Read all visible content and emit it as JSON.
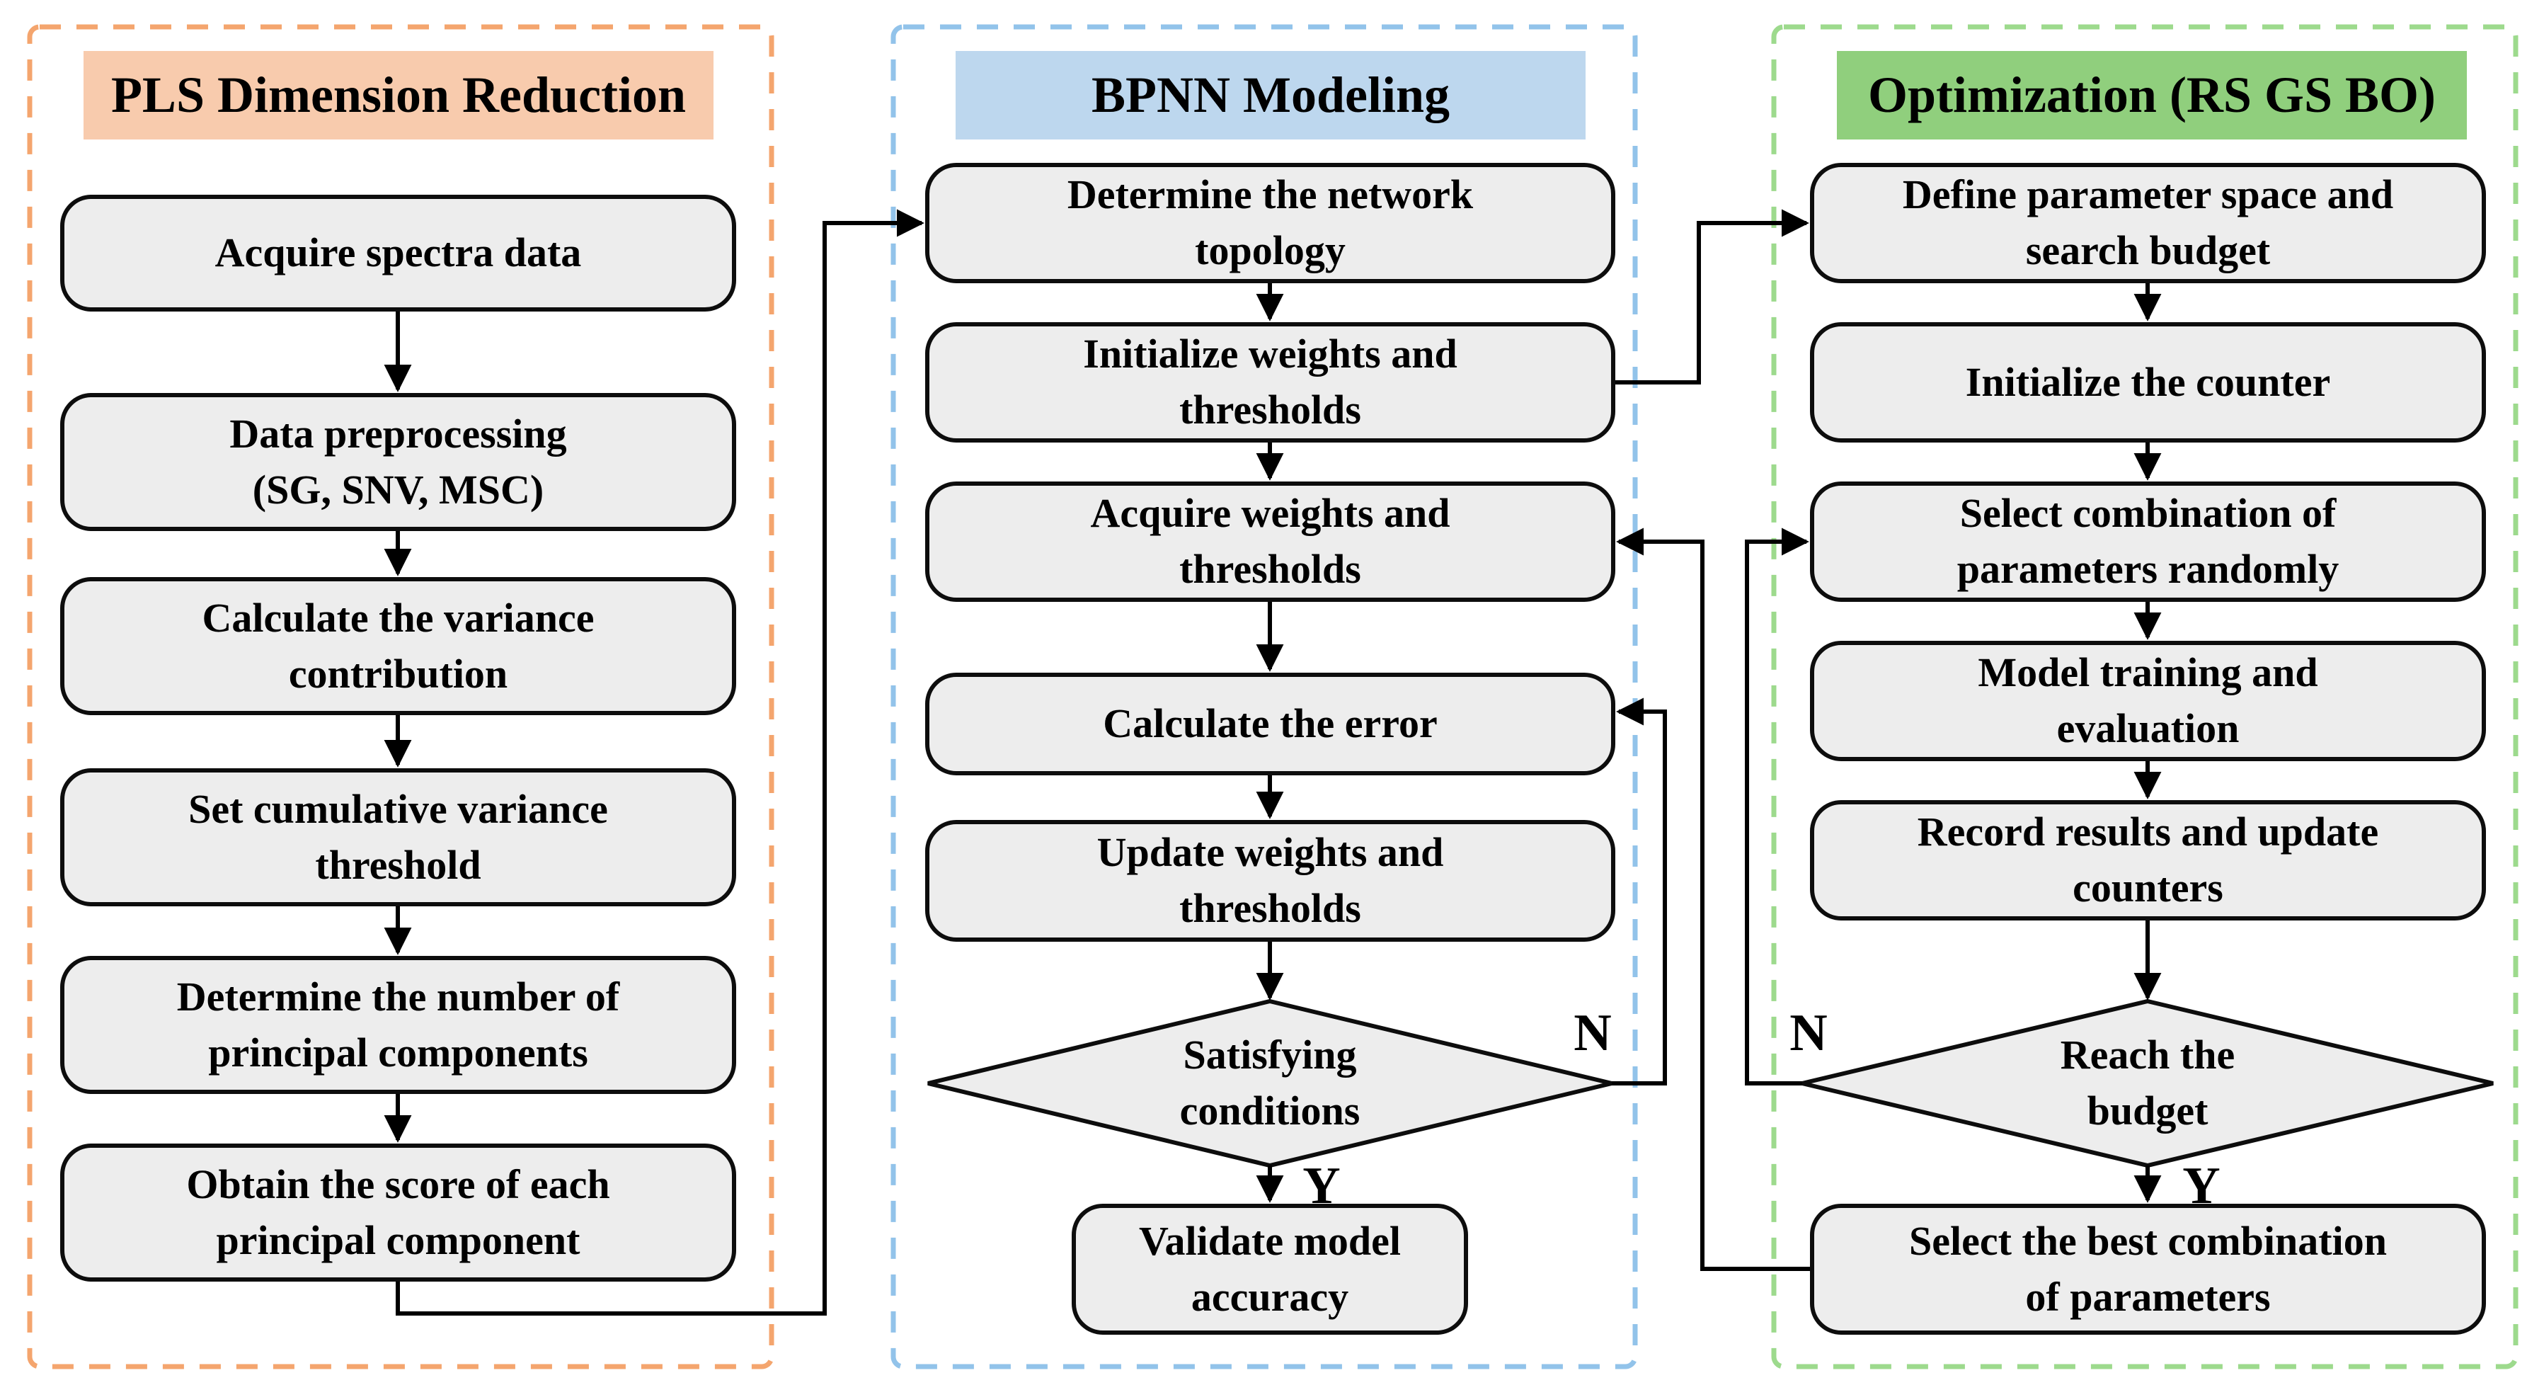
{
  "diagram": {
    "node_fill": "#EDEDED",
    "line_color": "#000000",
    "columns": [
      {
        "header": "PLS Dimension Reduction",
        "theme": {
          "header_bg": "#F8CBAD",
          "border_color": "#F4A56E"
        },
        "steps": [
          "Acquire spectra data",
          "Data preprocessing\n(SG, SNV, MSC)",
          "Calculate the variance\ncontribution",
          "Set cumulative variance\nthreshold",
          "Determine the number of\nprincipal components",
          "Obtain the score of each\nprincipal component"
        ]
      },
      {
        "header": "BPNN Modeling",
        "theme": {
          "header_bg": "#BDD7EE",
          "border_color": "#92C3EA"
        },
        "steps": [
          "Determine the network\ntopology",
          "Initialize weights and\nthresholds",
          "Acquire weights and\nthresholds",
          "Calculate the error",
          "Update weights and\nthresholds",
          "Validate model\naccuracy"
        ],
        "decision": "Satisfying\nconditions",
        "no_label": "N",
        "yes_label": "Y"
      },
      {
        "header": "Optimization (RS GS BO)",
        "theme": {
          "header_bg": "#90CF7D",
          "border_color": "#9DDA8D"
        },
        "steps": [
          "Define parameter space and\nsearch budget",
          "Initialize the counter",
          "Select combination of\nparameters randomly",
          "Model training and\nevaluation",
          "Record results and update\ncounters",
          "Select the best combination\nof parameters"
        ],
        "decision": "Reach the\nbudget",
        "no_label": "N",
        "yes_label": "Y"
      }
    ]
  }
}
